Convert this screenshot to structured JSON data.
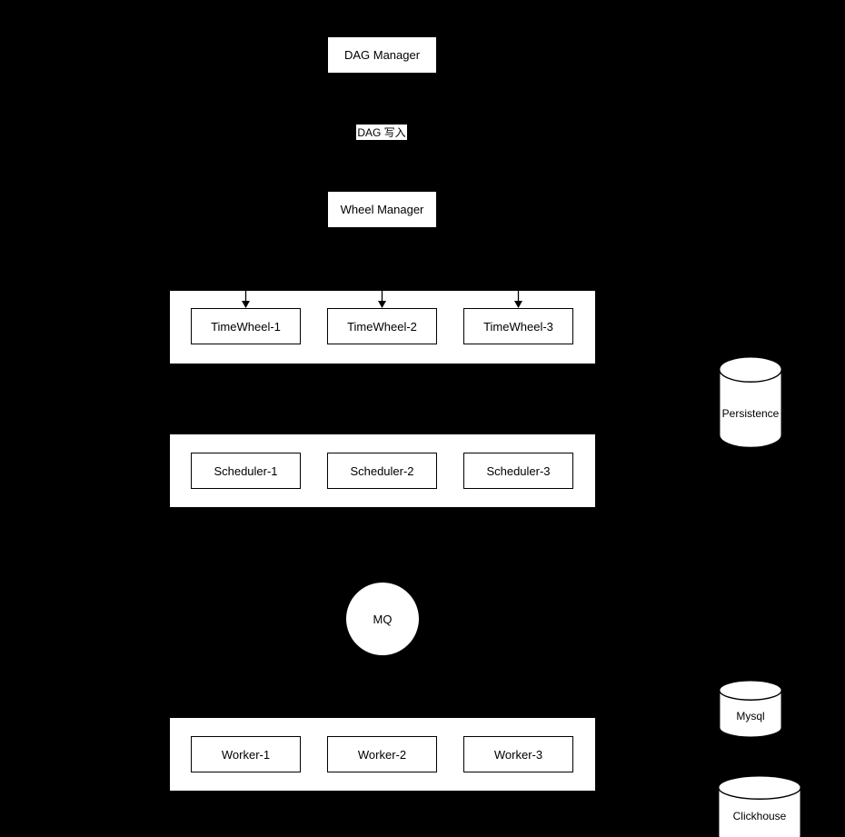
{
  "nodes": {
    "dag_manager": "DAG Manager",
    "dag_write_label": "DAG 写入",
    "wheel_manager": "Wheel Manager",
    "mq": "MQ"
  },
  "timewheel_group": {
    "items": [
      "TimeWheel-1",
      "TimeWheel-2",
      "TimeWheel-3"
    ]
  },
  "scheduler_group": {
    "items": [
      "Scheduler-1",
      "Scheduler-2",
      "Scheduler-3"
    ]
  },
  "worker_group": {
    "items": [
      "Worker-1",
      "Worker-2",
      "Worker-3"
    ]
  },
  "datastores": {
    "persistence": "Persistence",
    "mysql": "Mysql",
    "clickhouse": "Clickhouse"
  },
  "colors": {
    "background": "#000000",
    "shape_fill": "#ffffff",
    "shape_stroke": "#000000",
    "text": "#000000"
  }
}
